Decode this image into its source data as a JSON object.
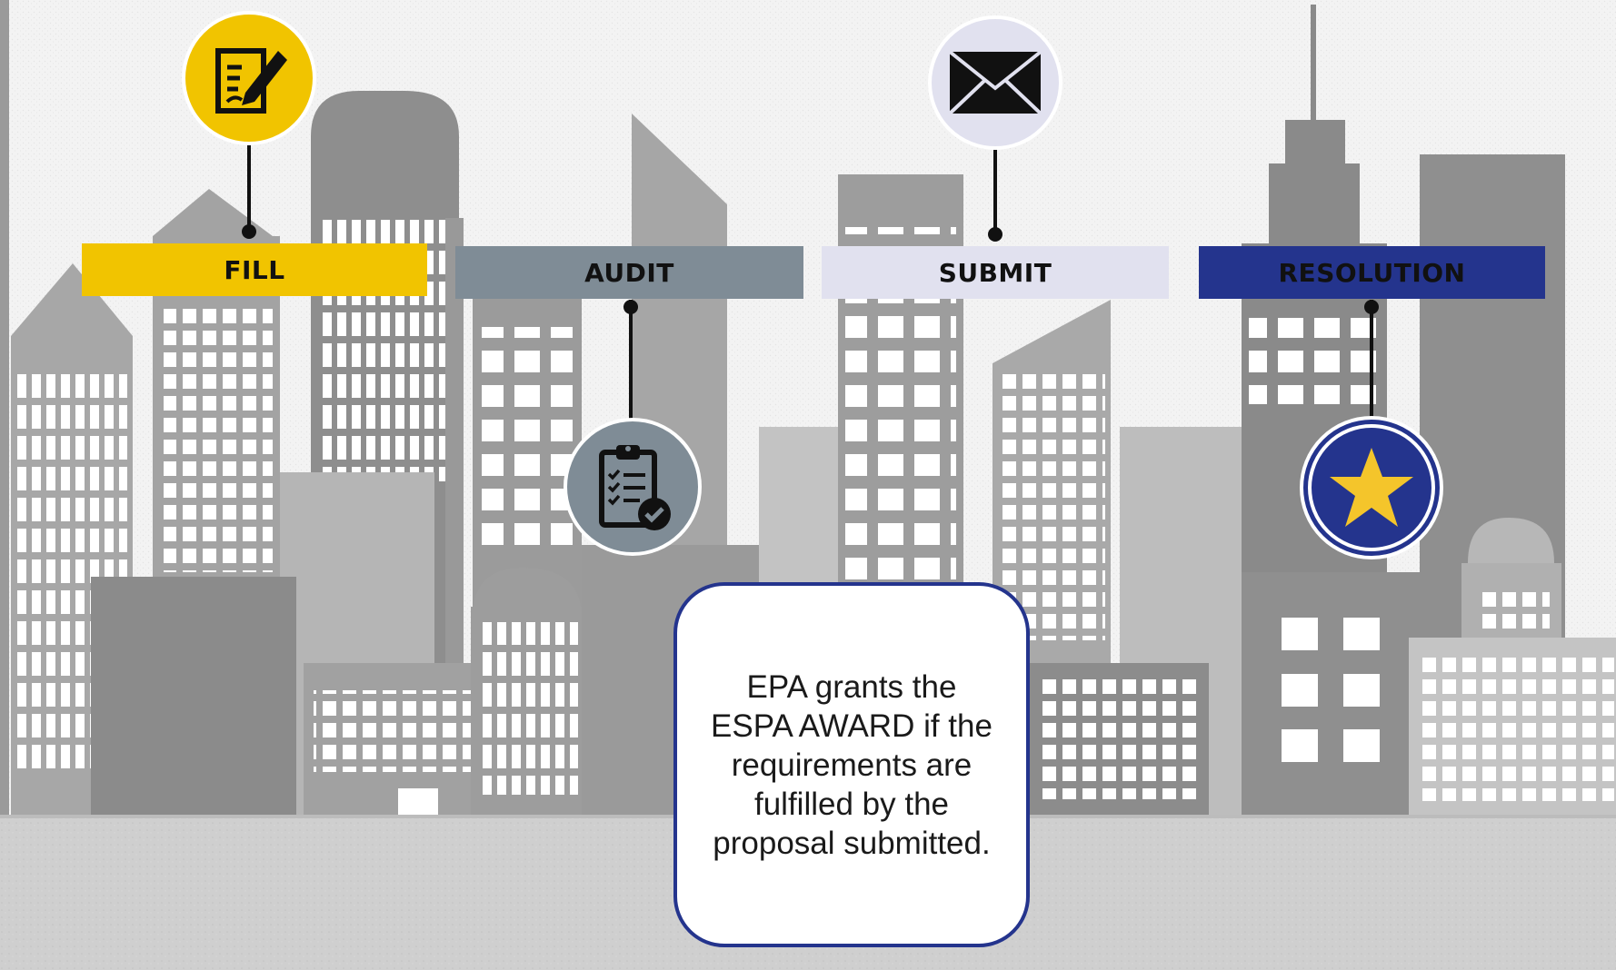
{
  "steps": [
    {
      "label": "FILL",
      "color": "#f1c400",
      "icon": "form-edit-icon"
    },
    {
      "label": "AUDIT",
      "color": "#7f8c96",
      "icon": "clipboard-check-icon"
    },
    {
      "label": "SUBMIT",
      "color": "#e1e1ef",
      "icon": "envelope-icon"
    },
    {
      "label": "RESOLUTION",
      "color": "#24348d",
      "icon": "star-icon"
    }
  ],
  "callout": {
    "text": "EPA grants the ESPA AWARD if the requirements are fulfilled by the proposal submitted."
  },
  "background": {
    "scene": "city-skyline",
    "tone": "grayscale"
  }
}
